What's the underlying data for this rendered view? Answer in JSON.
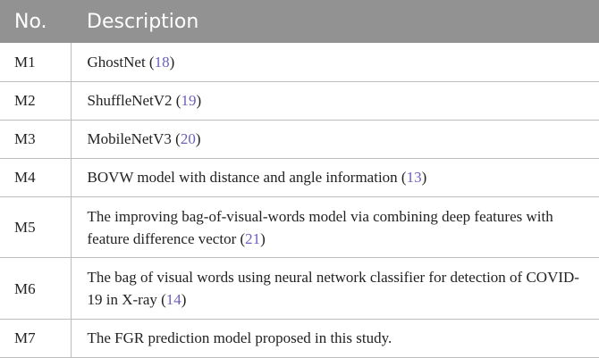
{
  "table": {
    "headers": {
      "no": "No.",
      "description": "Description"
    },
    "rows": [
      {
        "no": "M1",
        "text": "GhostNet (",
        "ref": "18",
        "close": ")"
      },
      {
        "no": "M2",
        "text": "ShuffleNetV2 (",
        "ref": "19",
        "close": ")"
      },
      {
        "no": "M3",
        "text": "MobileNetV3 (",
        "ref": "20",
        "close": ")"
      },
      {
        "no": "M4",
        "text": "BOVW model with distance and angle information (",
        "ref": "13",
        "close": ")"
      },
      {
        "no": "M5",
        "text": "The improving bag-of-visual-words model via combining deep features with feature difference vector (",
        "ref": "21",
        "close": ")"
      },
      {
        "no": "M6",
        "text": "The bag of visual words using neural network classifier for detection of COVID-19 in X-ray (",
        "ref": "14",
        "close": ")"
      },
      {
        "no": "M7",
        "text": "The FGR prediction model proposed in this study.",
        "ref": "",
        "close": ""
      }
    ]
  },
  "colors": {
    "header_bg": "#929292",
    "reference_link": "#6b5fbf",
    "row_border": "#bdbdbd"
  }
}
